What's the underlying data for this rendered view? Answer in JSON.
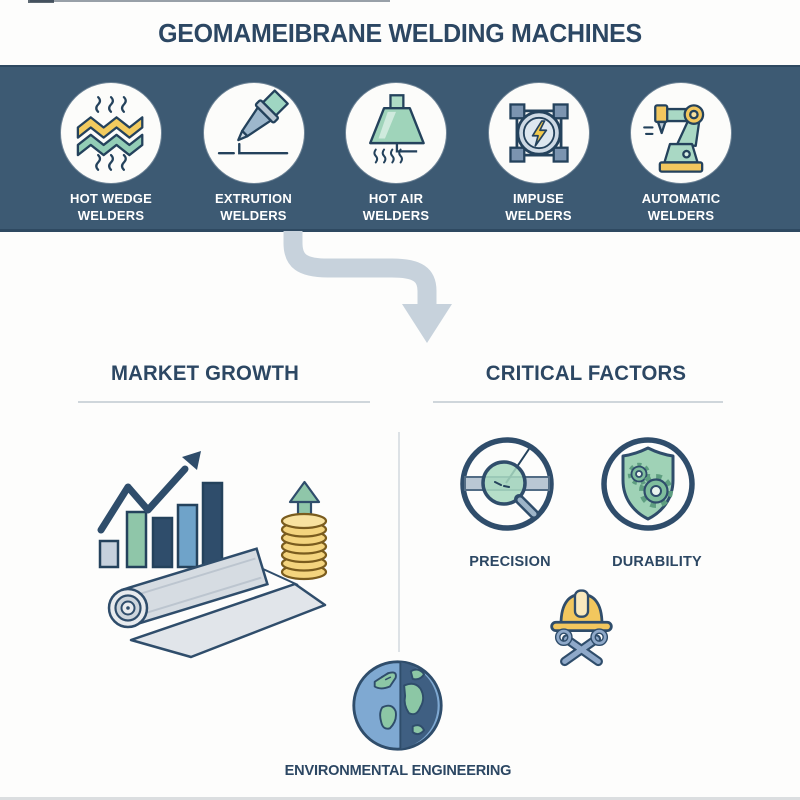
{
  "title": "GEOMAMEIBRANE WELDING MACHINES",
  "machines": {
    "items": [
      {
        "line1": "HOT WEDGE",
        "line2": "WELDERS",
        "icon": "hot-wedge-waves-icon"
      },
      {
        "line1": "EXTRUTION",
        "line2": "WELDERS",
        "icon": "extrusion-gun-icon"
      },
      {
        "line1": "HOT AIR",
        "line2": "WELDERS",
        "icon": "hot-air-funnel-icon"
      },
      {
        "line1": "IMPUSE",
        "line2": "WELDERS",
        "icon": "impulse-lightning-icon"
      },
      {
        "line1": "AUTOMATIC",
        "line2": "WELDERS",
        "icon": "robot-arm-icon"
      }
    ]
  },
  "flow": {
    "icon": "s-curve-down-arrow"
  },
  "market_growth": {
    "heading": "MARKET GROWTH",
    "illustration_icons": [
      "trend-up-arrow-icon",
      "bar-chart-icon",
      "geomembrane-roll-icon",
      "coin-stack-icon",
      "coin-growth-arrow-icon"
    ]
  },
  "critical_factors": {
    "heading": "CRITICAL FACTORS",
    "factors": [
      {
        "label": "PRECISION",
        "icon": "magnifier-seam-icon"
      },
      {
        "label": "DURABILITY",
        "icon": "shield-gears-icon"
      }
    ],
    "extra_icon": "hard-hat-tools-icon"
  },
  "footer": {
    "label": "ENVIRONMENTAL ENGINEERING",
    "icon": "globe-icon"
  },
  "colors": {
    "band_background": "#3d5a73",
    "heading_text": "#2c4763",
    "band_label_text": "#ffffff",
    "navy_outline": "#2f4d6b",
    "teal_green": "#8fc6a9",
    "accent_yellow": "#f2c75e",
    "medium_blue": "#6fa3c9",
    "flow_arrow_gray": "#c7d2dc",
    "coin_yellow": "#f4d47e",
    "globe_light_blue": "#7fa9d2",
    "globe_dark_blue": "#3f5f82"
  }
}
